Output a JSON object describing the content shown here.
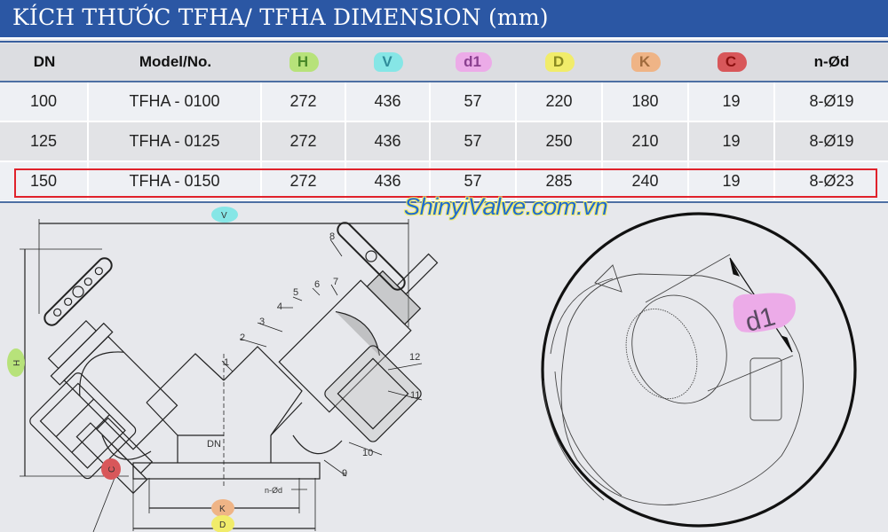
{
  "header": {
    "title": "KÍCH THƯỚC TFHA/ TFHA DIMENSION (mm)"
  },
  "table": {
    "columns": [
      {
        "label": "DN",
        "highlight": null
      },
      {
        "label": "Model/No.",
        "highlight": null
      },
      {
        "label": "H",
        "highlight": "#b7e27a",
        "text_color": "#4a8a2a"
      },
      {
        "label": "V",
        "highlight": "#86e6e6",
        "text_color": "#2f8c9a"
      },
      {
        "label": "d1",
        "highlight": "#ecabe8",
        "text_color": "#8a3f8f"
      },
      {
        "label": "D",
        "highlight": "#f1ec6a",
        "text_color": "#8a8a20"
      },
      {
        "label": "K",
        "highlight": "#efb486",
        "text_color": "#a06b3d"
      },
      {
        "label": "C",
        "highlight": "#d8575a",
        "text_color": "#8c1010"
      },
      {
        "label": "n-Ød",
        "highlight": null
      }
    ],
    "rows": [
      [
        "100",
        "TFHA - 0100",
        "272",
        "436",
        "57",
        "220",
        "180",
        "19",
        "8-Ø19"
      ],
      [
        "125",
        "TFHA - 0125",
        "272",
        "436",
        "57",
        "250",
        "210",
        "19",
        "8-Ø19"
      ],
      [
        "150",
        "TFHA - 0150",
        "272",
        "436",
        "57",
        "285",
        "240",
        "19",
        "8-Ø23"
      ]
    ],
    "highlighted_row_index": 2,
    "highlight_color": "#e0222b"
  },
  "watermark": "ShinyiValve.com.vn",
  "drawing": {
    "dimension_labels": {
      "V": "V",
      "H": "H",
      "C": "C",
      "K": "K",
      "D": "D",
      "DN": "DN",
      "nd": "n-Ød",
      "d1": "d1"
    },
    "part_numbers": [
      "1",
      "2",
      "3",
      "4",
      "5",
      "6",
      "7",
      "8",
      "9",
      "10",
      "11",
      "12"
    ]
  },
  "colors": {
    "title_bar": "#2b57a4",
    "background": "#e7e8ec",
    "watermark": "#1f6bd1"
  }
}
